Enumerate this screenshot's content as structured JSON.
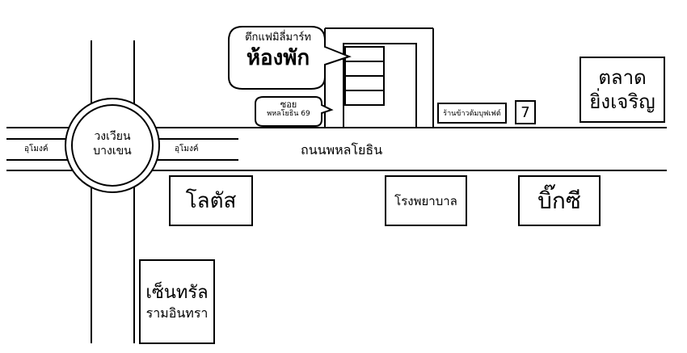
{
  "roundabout": {
    "line1": "วงเวียน",
    "line2": "บางเขน"
  },
  "underpass_left": "อุโมงค์",
  "underpass_right": "อุโมงค์",
  "main_road": "ถนนพหลโยธิน",
  "callout_building": {
    "line1": "ตึกแฟมิลี่มาร์ท",
    "line2": "ห้องพัก"
  },
  "callout_soi": {
    "line1": "ซอย",
    "line2": "พหลโยธิน 69"
  },
  "shop_sign": "ร้านข้าวต้มบุฟเฟต์",
  "store_7_label": "7",
  "market": {
    "line1": "ตลาด",
    "line2": "ยิ่งเจริญ"
  },
  "lotus": "โลตัส",
  "hospital": "โรงพยาบาล",
  "bigc": "บิ๊กซี",
  "central": {
    "line1": "เซ็นทรัล",
    "line2": "รามอินทรา"
  }
}
